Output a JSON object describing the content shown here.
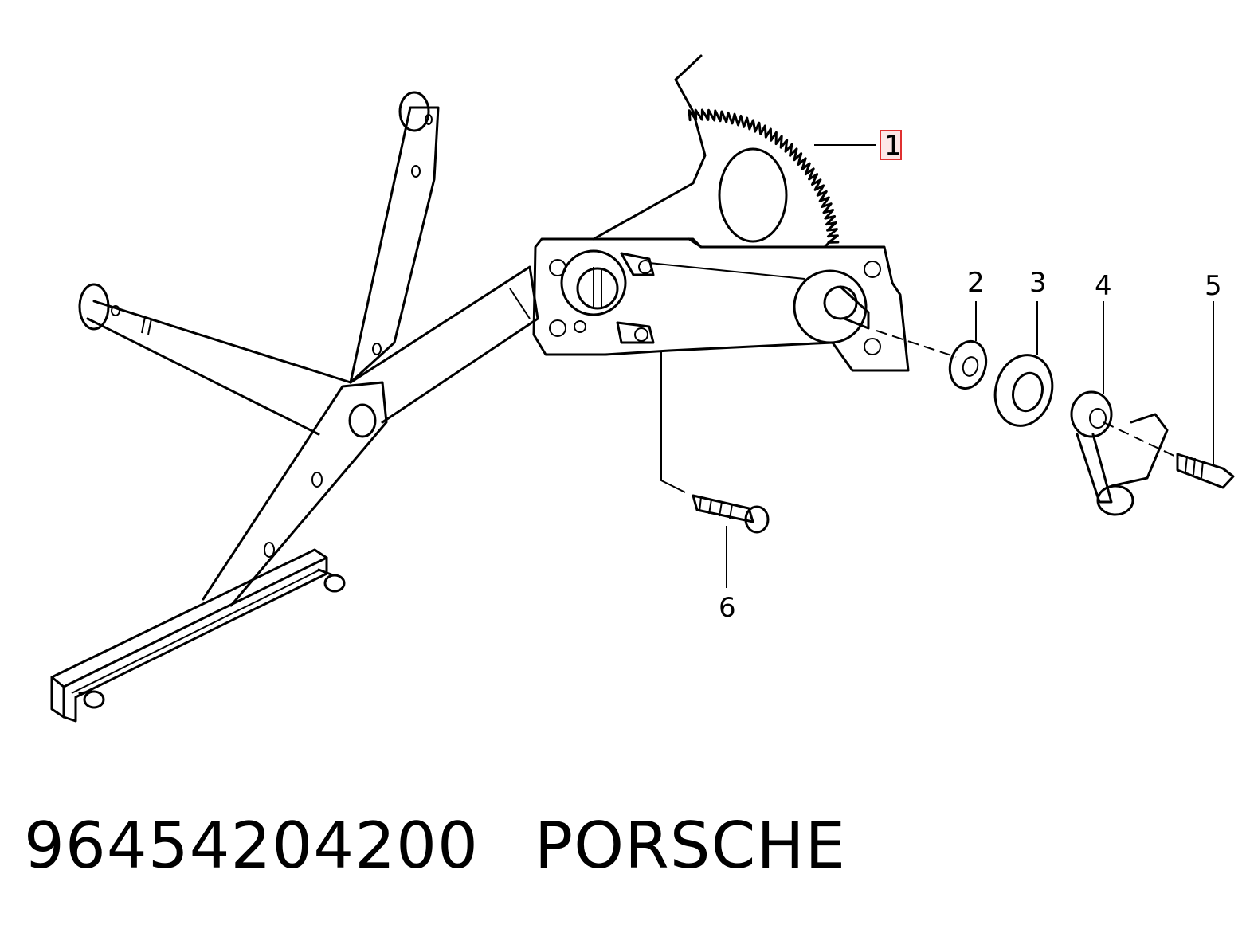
{
  "labels": {
    "p1": "1",
    "p2": "2",
    "p3": "3",
    "p4": "4",
    "p5": "5",
    "p6": "6"
  },
  "footer": {
    "part_number": "96454204200",
    "brand": "PORSCHE"
  },
  "colors": {
    "ink": "#000000",
    "highlight_box": "#e03030",
    "highlight_fill": "#fde6e6"
  }
}
